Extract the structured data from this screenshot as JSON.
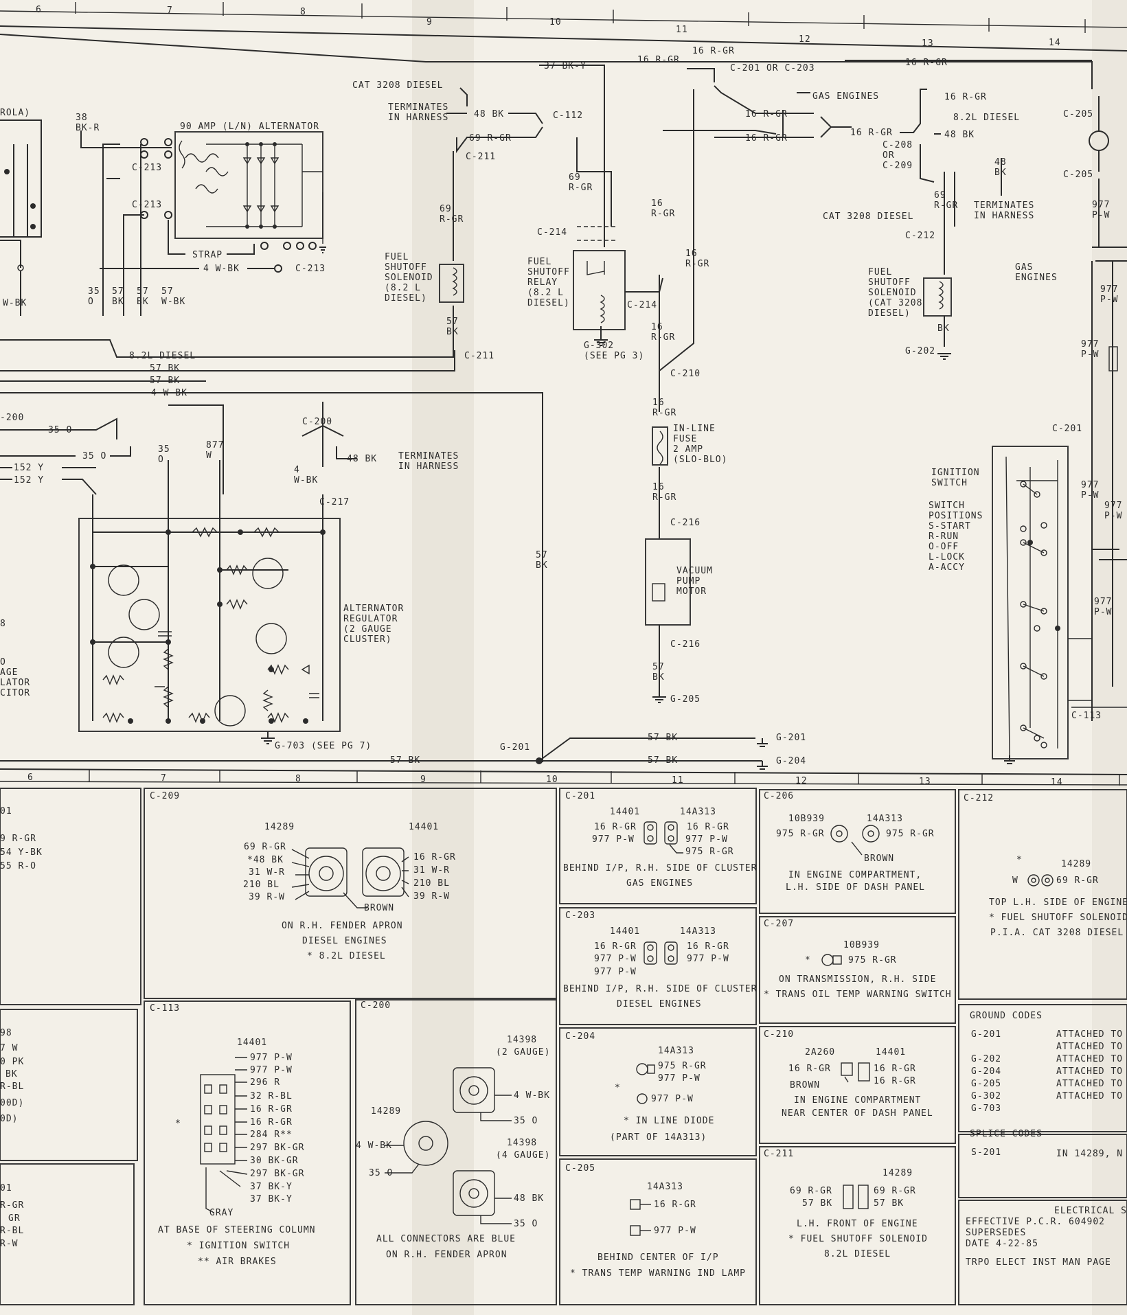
{
  "colors": {
    "paper": "#f3f0e8",
    "ink": "#2b2b2b",
    "shadow": "#c9c3b6"
  },
  "ruler_top": [
    "6",
    "7",
    "8",
    "9",
    "10",
    "11",
    "12",
    "13",
    "14"
  ],
  "ruler_mid": [
    "6",
    "7",
    "8",
    "9",
    "10",
    "11",
    "12",
    "13",
    "14"
  ],
  "schematic": {
    "wires_top": [
      "16 R-GR",
      "37 BK-Y",
      "16 R-GR",
      "C-201 OR C-203",
      "16 R-GR"
    ],
    "cat_label": "CAT 3208 DIESEL",
    "terminates": "TERMINATES\nIN HARNESS",
    "w48bk": "48 BK",
    "c112": "C-112",
    "w69": "69 R-GR",
    "c211": "C-211",
    "w69v": "69\nR-GR",
    "gas_engines": "GAS ENGINES",
    "w16rgr": "16 R-GR",
    "w16rgr2": "16 R-GR",
    "w16rgr3": "16 R-GR",
    "c208": "C-208\nOR\nC-209",
    "w16rgr4": "16 R-GR",
    "d82": "8.2L DIESEL",
    "w48bk2": "48 BK",
    "c205a": "C-205",
    "c205b": "C-205",
    "w48v": "48\nBK",
    "w69v2": "69\nR-GR",
    "cat2": "CAT 3208 DIESEL",
    "term2": "TERMINATES\nIN HARNESS",
    "c212": "C-212",
    "w977a": "977\nP-W",
    "gas2": "GAS\nENGINES",
    "sol_left": "FUEL\nSHUTOFF\nSOLENOID\n(8.2 L\nDIESEL)",
    "relay": "FUEL\nSHUTOFF\nRELAY\n(8.2 L\nDIESEL)",
    "sol_right": "FUEL\nSHUTOFF\nSOLENOID\n(CAT 3208\nDIESEL)",
    "c214a": "C-214",
    "c214b": "C-214",
    "g302": "G-302\n(SEE PG 3)",
    "w57bk_v": "57\nBK",
    "c211b": "C-211",
    "wbk": "BK",
    "g202": "G-202",
    "w16v1": "16\nR-GR",
    "w16v2": "16\nR-GR",
    "w16v3": "16\nR-GR",
    "c210": "C-210",
    "w16v4": "16\nR-GR",
    "fuse": "IN-LINE\nFUSE\n2 AMP\n(SLO-BLO)",
    "w16v5": "16\nR-GR",
    "c216a": "C-216",
    "vac": "VACUUM\nPUMP\nMOTOR",
    "c216b": "C-216",
    "w57v2": "57\nBK",
    "g205": "G-205",
    "ign": "IGNITION\nSWITCH",
    "swpos": "SWITCH\nPOSITIONS\nS-START\nR-RUN\nO-OFF\nL-LOCK\nA-ACCY",
    "c201": "C-201",
    "w977b": "977\nP-W",
    "w977c": "977\nP-W",
    "w977d": "977\nP-W",
    "w977e": "977\nP-W",
    "w977f": "977\nP-W",
    "c113": "C-113",
    "alt": "90 AMP (L/N) ALTERNATOR",
    "c213a": "C-213",
    "c213b": "C-213",
    "c213c": "C-213",
    "strap": "STRAP",
    "w4wbk": "4 W-BK",
    "w38": "38\nBK-R",
    "rola": "ROLA)",
    "wires_left": [
      "8.2L DIESEL",
      "57 BK",
      "57 BK",
      "4 W-BK"
    ],
    "c200": "C-200",
    "w35o": "35 O",
    "w35o2": "35 O",
    "w35ov": "35\nO",
    "w877": "877\nW",
    "w4wbkv": "4\nW-BK",
    "term3": "TERMINATES\nIN HARNESS",
    "w48bk3": "48 BK",
    "w152a": "152 Y",
    "w152b": "152 Y",
    "c217": "C-217",
    "reg": "ALTERNATOR\nREGULATOR\n(2 GAUGE\nCLUSTER)",
    "g703": "G-703 (SEE PG 7)",
    "w57v3": "57\nBK",
    "g201": "G-201",
    "w57bk1": "57 BK",
    "w57bk2": "57 BK",
    "w57bk3": "57 BK",
    "g201b": "G-201",
    "g204": "G-204",
    "left_labels": "O\nAGE\nLATOR\nCITOR",
    "left8": "8",
    "left200": "-200",
    "left_wbk": "W-BK",
    "left_35": "35\nO",
    "left_57a": "57\nBK",
    "left_57b": "57\nBK",
    "left_57c": "57\nW-BK"
  },
  "panels": {
    "c209": {
      "id": "C-209",
      "p1": "14289",
      "p2": "14401",
      "left": [
        "69 R-GR",
        "*48 BK",
        "31 W-R",
        "210 BL",
        "39 R-W"
      ],
      "right": [
        "16 R-GR",
        "31 W-R",
        "210 BL",
        "39 R-W"
      ],
      "brown": "BROWN",
      "caption": [
        "ON R.H. FENDER APRON",
        "DIESEL ENGINES",
        "* 8.2L DIESEL"
      ]
    },
    "c201": {
      "id": "C-201",
      "p1": "14401",
      "p2": "14A313",
      "left": [
        "16 R-GR",
        "977 P-W"
      ],
      "right": [
        "16 R-GR",
        "977 P-W",
        "975 R-GR"
      ],
      "caption": [
        "BEHIND I/P, R.H. SIDE OF CLUSTER",
        "GAS ENGINES"
      ]
    },
    "c206": {
      "id": "C-206",
      "p1": "10B939",
      "p2": "14A313",
      "left": "975 R-GR",
      "right": "975 R-GR",
      "brown": "BROWN",
      "caption": [
        "IN ENGINE COMPARTMENT,",
        "L.H. SIDE OF DASH PANEL"
      ]
    },
    "c212": {
      "id": "C-212",
      "p1": "14289",
      "star": "*",
      "left": "W",
      "right": "69 R-GR",
      "caption": [
        "TOP L.H. SIDE OF ENGINE",
        "* FUEL SHUTOFF SOLENOID",
        "P.I.A. CAT 3208 DIESEL"
      ]
    },
    "c203": {
      "id": "C-203",
      "p1": "14401",
      "p2": "14A313",
      "left": [
        "16 R-GR",
        "977 P-W",
        "977 P-W"
      ],
      "right": [
        "16 R-GR",
        "977 P-W"
      ],
      "caption": [
        "BEHIND I/P, R.H. SIDE OF CLUSTER",
        "DIESEL ENGINES"
      ]
    },
    "c207": {
      "id": "C-207",
      "p1": "10B939",
      "star": "*",
      "right": "975 R-GR",
      "caption": [
        "ON TRANSMISSION, R.H. SIDE",
        "* TRANS OIL TEMP WARNING SWITCH"
      ]
    },
    "ground": {
      "title": "GROUND CODES",
      "rows": [
        [
          "G-201",
          "ATTACHED TO"
        ],
        [
          "G-202",
          "ATTACHED TO"
        ],
        [
          "G-204",
          "ATTACHED TO"
        ],
        [
          "G-205",
          "ATTACHED TO"
        ],
        [
          "G-302",
          "ATTACHED TO"
        ],
        [
          "G-703",
          "ATTACHED TO"
        ]
      ]
    },
    "c113": {
      "id": "C-113",
      "p1": "14401",
      "star": "*",
      "right": [
        "977 P-W",
        "977 P-W",
        "296 R",
        "32 R-BL",
        "16 R-GR",
        "16 R-GR",
        "284 R**",
        "297 BK-GR",
        "30 BK-GR",
        "297 BK-GR",
        "37 BK-Y",
        "37 BK-Y"
      ],
      "gray": "GRAY",
      "caption": [
        "AT BASE OF STEERING COLUMN",
        "* IGNITION SWITCH",
        "** AIR BRAKES"
      ]
    },
    "c200": {
      "id": "C-200",
      "p1": "14398",
      "p1b": "(2 GAUGE)",
      "p2": "14289",
      "p3": "14398",
      "p3b": "(4 GAUGE)",
      "a": "4 W-BK",
      "b": "35 O",
      "c": "4 W-BK",
      "d": "35 O",
      "e": "48 BK",
      "f": "35 O",
      "caption": [
        "ALL CONNECTORS ARE BLUE",
        "ON R.H. FENDER APRON"
      ]
    },
    "c204": {
      "id": "C-204",
      "p1": "14A313",
      "star": "*",
      "right": [
        "975 R-GR",
        "977 P-W",
        "977 P-W"
      ],
      "caption": [
        "* IN LINE DIODE",
        "(PART OF 14A313)"
      ]
    },
    "c210": {
      "id": "C-210",
      "p1": "2A260",
      "p2": "14401",
      "left": "16 R-GR",
      "right": [
        "16 R-GR",
        "16 R-GR"
      ],
      "brown": "BROWN",
      "caption": [
        "IN ENGINE COMPARTMENT",
        "NEAR CENTER OF DASH PANEL"
      ]
    },
    "splice": {
      "title": "SPLICE CODES",
      "rows": [
        [
          "S-201",
          "IN 14289, N"
        ]
      ]
    },
    "c205": {
      "id": "C-205",
      "p1": "14A313",
      "right": [
        "16 R-GR",
        "977 P-W"
      ],
      "caption": [
        "BEHIND CENTER OF I/P",
        "* TRANS TEMP WARNING IND LAMP"
      ]
    },
    "c211": {
      "id": "C-211",
      "p1": "14289",
      "left": [
        "69 R-GR",
        "57 BK"
      ],
      "right": [
        "69 R-GR",
        "57 BK"
      ],
      "caption": [
        "L.H. FRONT OF ENGINE",
        "* FUEL SHUTOFF SOLENOID",
        "8.2L DIESEL"
      ]
    },
    "footer": {
      "title": "ELECTRICAL SY",
      "lines": [
        "EFFECTIVE P.C.R. 604902",
        "SUPERSEDES",
        "DATE 4-22-85",
        "TRPO ELECT INST MAN  PAGE"
      ]
    },
    "leftcol": {
      "a": [
        "01",
        "9 R-GR",
        "54 Y-BK",
        "55 R-O"
      ],
      "b": [
        "98",
        "7 W",
        "0 PK",
        "BK",
        "R-BL",
        "00D)",
        "0D)"
      ],
      "c": [
        "01",
        "R-GR",
        "GR",
        "R-BL",
        "R-W"
      ]
    }
  }
}
